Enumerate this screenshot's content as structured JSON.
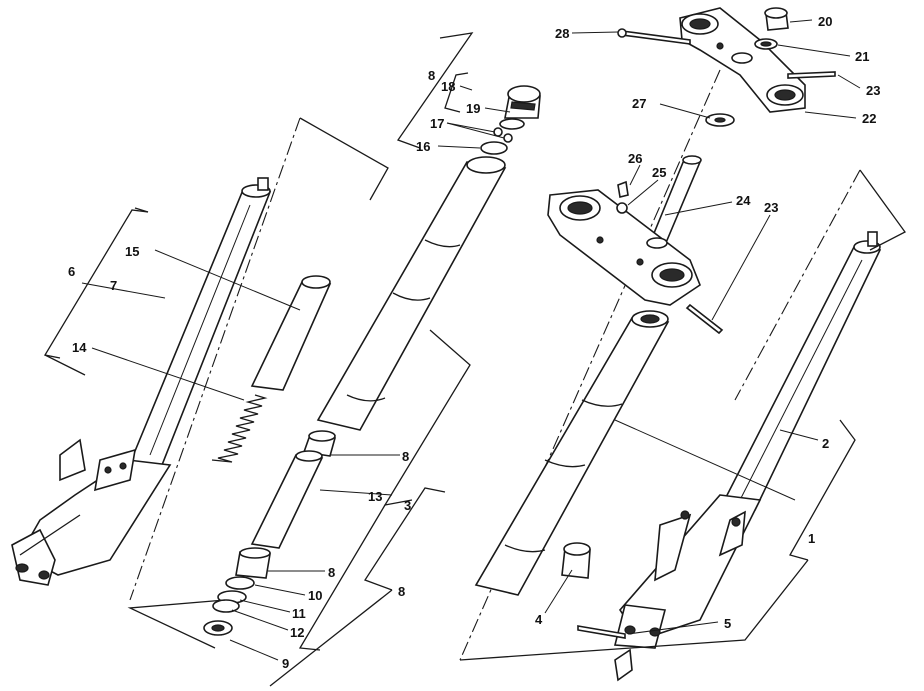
{
  "diagram": {
    "callouts": {
      "c1": "1",
      "c2": "2",
      "c3": "3",
      "c4": "4",
      "c5": "5",
      "c6": "6",
      "c7": "7",
      "c8a": "8",
      "c8b": "8",
      "c8c": "8",
      "c8d": "8",
      "c9": "9",
      "c10": "10",
      "c11": "11",
      "c12": "12",
      "c13": "13",
      "c14": "14",
      "c15": "15",
      "c16": "16",
      "c17": "17",
      "c18": "18",
      "c19": "19",
      "c20": "20",
      "c21": "21",
      "c22": "22",
      "c23a": "23",
      "c23b": "23",
      "c24": "24",
      "c25": "25",
      "c26": "26",
      "c27": "27",
      "c28": "28"
    }
  }
}
